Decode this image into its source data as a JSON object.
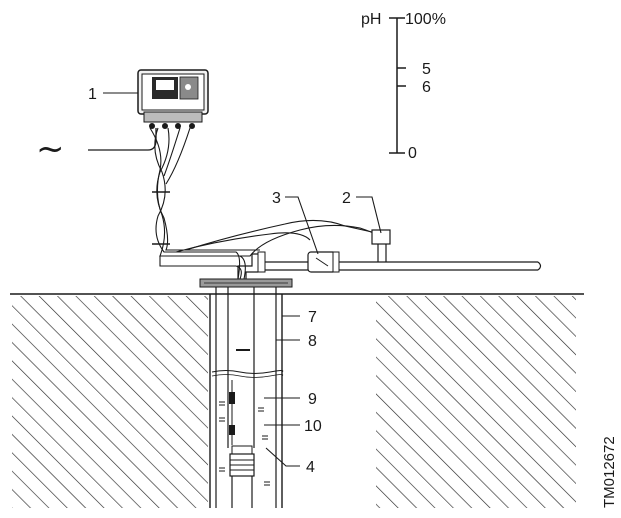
{
  "callouts": {
    "controller": "1",
    "sensor": "2",
    "flow_meter": "3",
    "pump": "4",
    "casing_top": "7",
    "casing": "8",
    "water_level_upper": "9",
    "water_level_lower": "10"
  },
  "scale": {
    "title": "pH",
    "top": "100%",
    "tick_5": "5",
    "tick_6": "6",
    "bottom": "0"
  },
  "power_symbol": "~",
  "drawing_number": "TM012672"
}
